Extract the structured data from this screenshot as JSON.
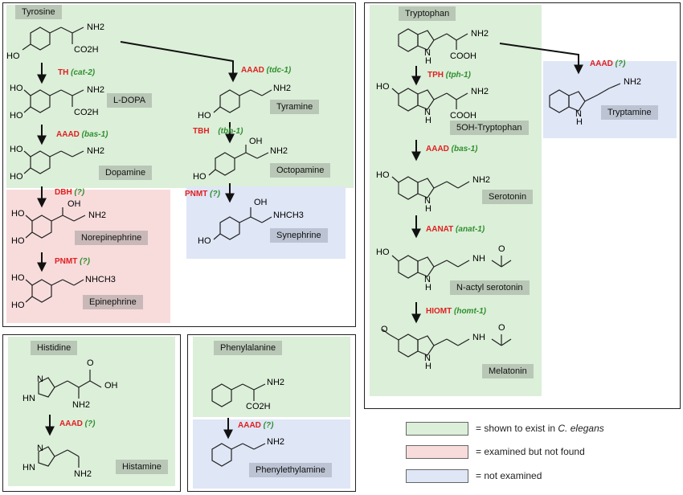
{
  "colors": {
    "exists": "#dcefd9",
    "not_found": "#f8dcdc",
    "not_examined": "#dfe6f6"
  },
  "compounds": {
    "tyrosine": "Tyrosine",
    "ldopa": "L-DOPA",
    "dopamine": "Dopamine",
    "norepinephrine": "Norepinephrine",
    "epinephrine": "Epinephrine",
    "tyramine": "Tyramine",
    "octopamine": "Octopamine",
    "synephrine": "Synephrine",
    "tryptophan": "Tryptophan",
    "oh_trp": "5OH-Tryptophan",
    "serotonin": "Serotonin",
    "nacetyl": "N-actyl serotonin",
    "melatonin": "Melatonin",
    "tryptamine": "Tryptamine",
    "histidine": "Histidine",
    "histamine": "Histamine",
    "phenylalanine": "Phenylalanine",
    "phenylethylamine": "Phenylethylamine"
  },
  "enzymes": {
    "th": {
      "enzyme": "TH",
      "gene": "(cat-2)"
    },
    "aaad_dopa": {
      "enzyme": "AAAD",
      "gene": "(bas-1)"
    },
    "dbh": {
      "enzyme": "DBH",
      "gene": "(?)"
    },
    "pnmt_epi": {
      "enzyme": "PNMT",
      "gene": "(?)"
    },
    "aaad_tyr": {
      "enzyme": "AAAD",
      "gene": "(tdc-1)"
    },
    "tbh": {
      "enzyme": "TBH",
      "gene": "(tbh-1)"
    },
    "pnmt_syn": {
      "enzyme": "PNMT",
      "gene": "(?)"
    },
    "tph": {
      "enzyme": "TPH",
      "gene": "(tph-1)"
    },
    "aaad_ser": {
      "enzyme": "AAAD",
      "gene": "(bas-1)"
    },
    "aanat": {
      "enzyme": "AANAT",
      "gene": "(anat-1)"
    },
    "hiomt": {
      "enzyme": "HIOMT",
      "gene": "(homt-1)"
    },
    "aaad_trpm": {
      "enzyme": "AAAD",
      "gene": "(?)"
    },
    "aaad_his": {
      "enzyme": "AAAD",
      "gene": "(?)"
    },
    "aaad_phe": {
      "enzyme": "AAAD",
      "gene": "(?)"
    }
  },
  "groups": {
    "nh2": "NH2",
    "nh": "NH",
    "h": "H",
    "n": "N",
    "hn": "HN",
    "ho": "HO",
    "oh": "OH",
    "co2h": "CO2H",
    "cooh": "COOH",
    "nhch3": "NHCH3",
    "o": "O"
  },
  "legend": {
    "exists_prefix": "= shown to exist in ",
    "exists_species": "C. elegans",
    "not_found": "= examined but not found",
    "not_examined": "= not examined"
  }
}
